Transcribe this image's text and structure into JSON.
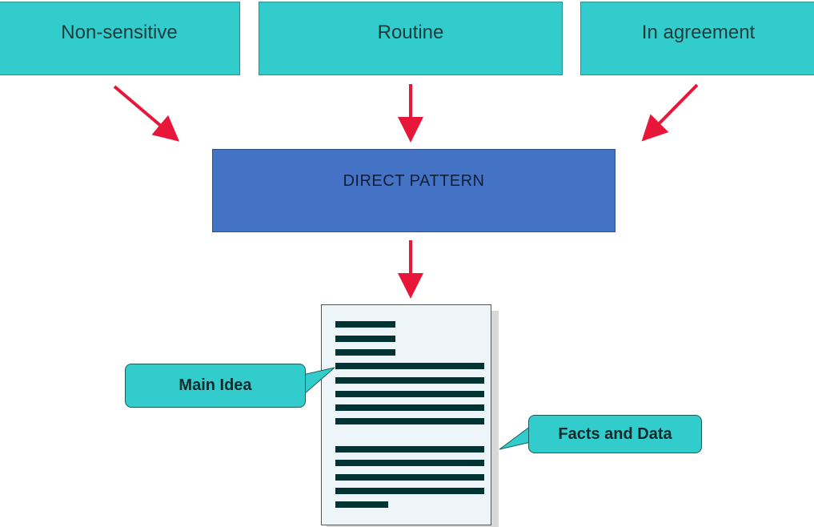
{
  "top_boxes": [
    {
      "label": "Non-sensitive"
    },
    {
      "label": "Routine"
    },
    {
      "label": "In agreement"
    }
  ],
  "center_box": {
    "label": "DIRECT PATTERN"
  },
  "callouts": {
    "main_idea": "Main Idea",
    "facts_and_data": "Facts and Data"
  },
  "colors": {
    "top_box_fill": "#33cccc",
    "center_box_fill": "#4472c4",
    "arrow": "#e8173a",
    "document_lines": "#003333",
    "document_paper": "#eef5f8"
  }
}
